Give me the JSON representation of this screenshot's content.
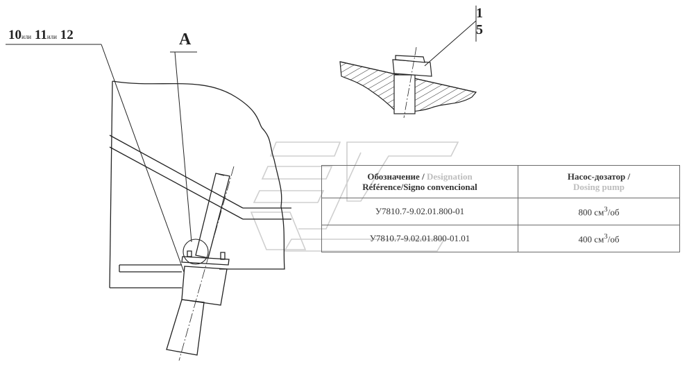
{
  "callouts": {
    "part_a": "10",
    "or_1": "или",
    "part_b": "11",
    "or_2": "или",
    "part_c": "12",
    "view": "А",
    "pos_top": "1",
    "pos_bottom": "5"
  },
  "table": {
    "header": {
      "col1_ru": "Обозначение /",
      "col1_en": "Designation",
      "col1_fr": "Référence/Signo convencional",
      "col2_ru": "Насос-дозатор /",
      "col2_en": "Dosing pump"
    },
    "rows": [
      {
        "designation": "У7810.7-9.02.01.800-01",
        "value": "800 см",
        "exp": "3",
        "unit": "/об"
      },
      {
        "designation": "У7810.7-9.02.01.800-01.01",
        "value": "400 см",
        "exp": "3",
        "unit": "/об"
      }
    ]
  },
  "colors": {
    "line": "#222222",
    "watermark": "#cfcfcf",
    "table_border": "#6a6a6a"
  }
}
